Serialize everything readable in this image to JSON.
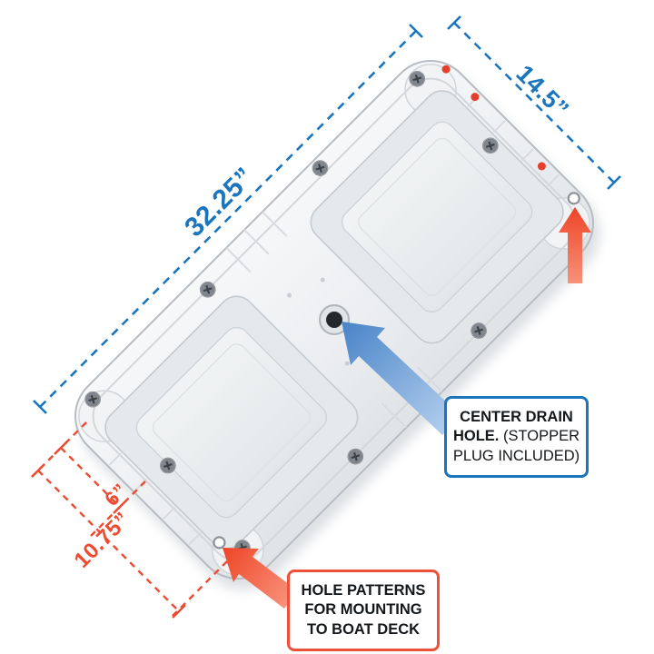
{
  "page": {
    "background": "#ffffff"
  },
  "colors": {
    "dimension_blue": "#1b75bc",
    "accent_red": "#ee4b31",
    "product_light": "#eff1f3",
    "product_shadow": "#c7cdd2",
    "drain_hole_dark": "#25282b"
  },
  "dimensions": {
    "length": "32.25”",
    "width": "14.5”",
    "hole_spacing_inner": "6”",
    "hole_spacing_outer": "10.75”"
  },
  "callouts": {
    "drain": {
      "title": "CENTER DRAIN HOLE.",
      "note": "(STOPPER PLUG INCLUDED)"
    },
    "mounting": {
      "text": "HOLE PATTERNS FOR MOUNTING TO BOAT DECK"
    }
  },
  "icons": {
    "drain_pointer": "blue-arrow-up-left-icon",
    "plug_hole_pointer": "red-arrow-up-icon",
    "mounting_pointer": "red-arrow-up-left-icon",
    "screw": "phillips-screw-icon"
  }
}
